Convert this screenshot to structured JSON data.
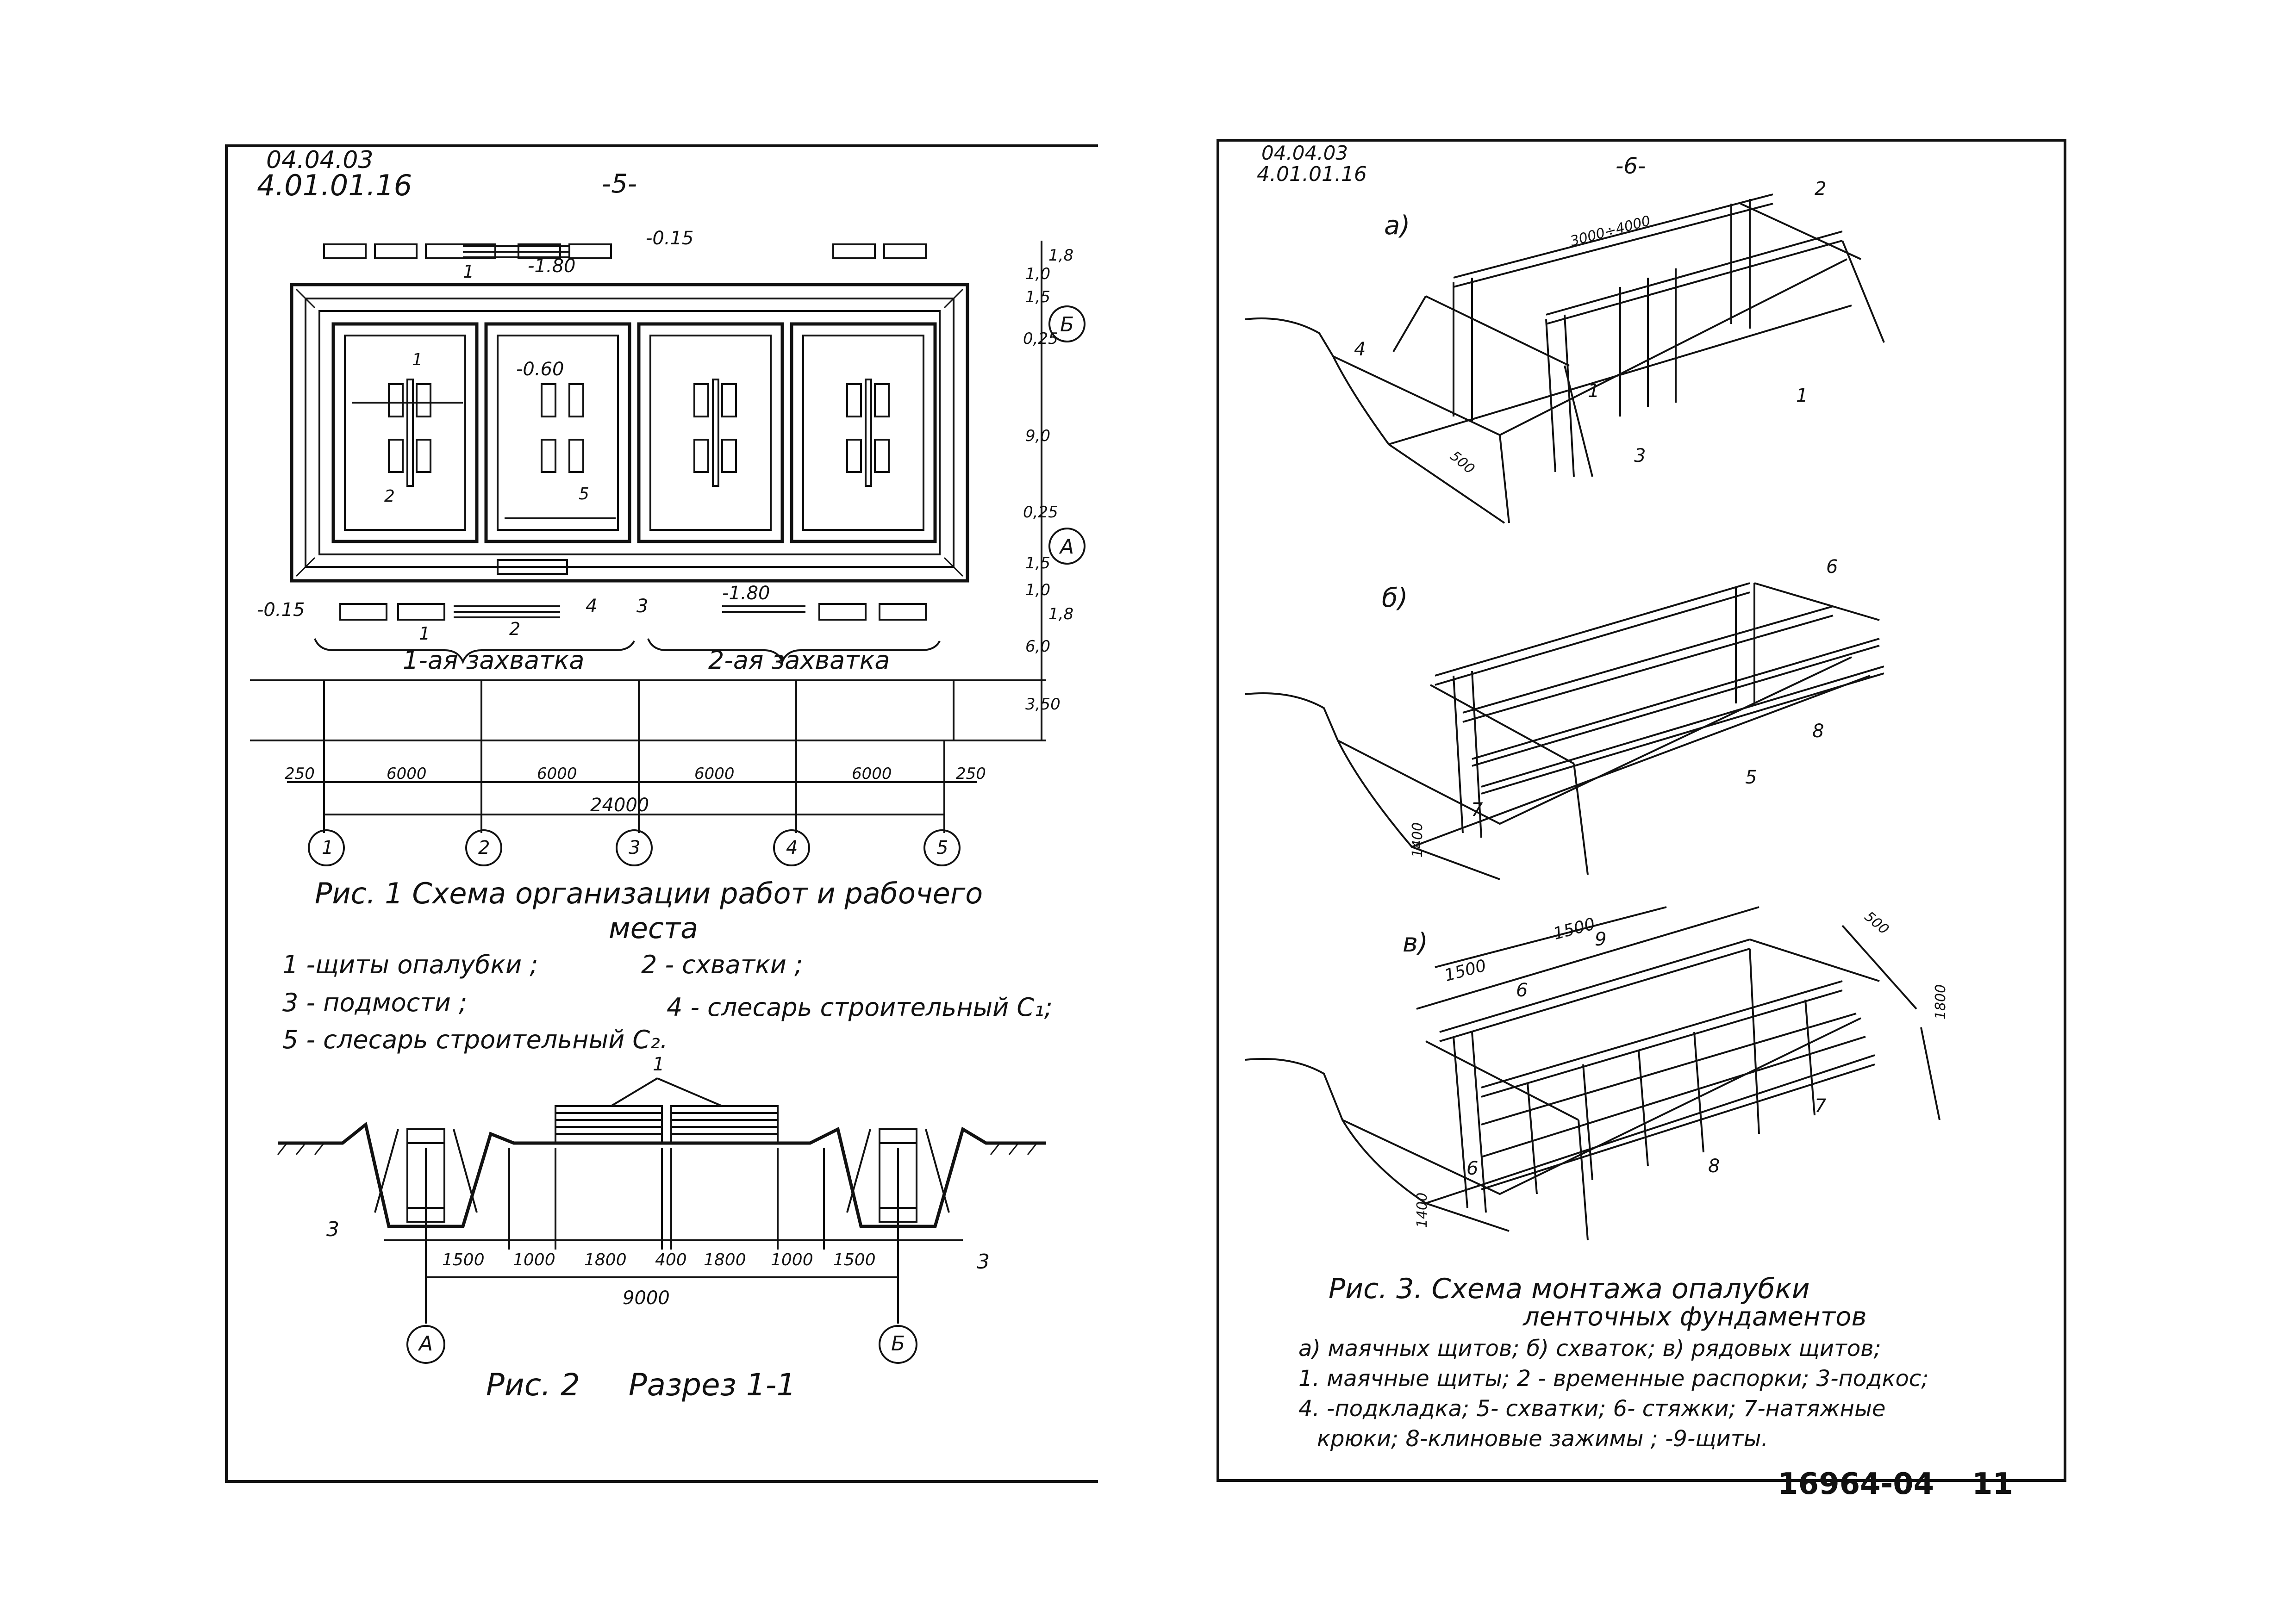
{
  "left_sheet": {
    "code_line1": "04.04.03",
    "code_line2": "4.01.01.16",
    "page_number": "-5-",
    "fig1": {
      "levels": {
        "top_left": "-0.15",
        "top_right": "-0.15",
        "pit_top": "-1.80",
        "pit_bottom": "-1.80",
        "inner": "-0.60"
      },
      "section_mark": "1",
      "axis_right_top": "Б",
      "axis_right_bottom": "А",
      "right_dims": [
        "1,8",
        "1,0",
        "1,5",
        "0,25",
        "9,0",
        "0,25",
        "1,5",
        "1,0",
        "1,8",
        "6,0",
        "3,50"
      ],
      "callouts": [
        "1",
        "2",
        "5",
        "1",
        "2",
        "4",
        "3"
      ],
      "zone1": "1-ая захватка",
      "zone2": "2-ая захватка",
      "bottom_dims": [
        "250",
        "6000",
        "6000",
        "6000",
        "6000",
        "250"
      ],
      "total_dim": "24000",
      "axes": [
        "1",
        "2",
        "3",
        "4",
        "5"
      ],
      "caption_line1": "Рис. 1  Схема организации работ и рабочего",
      "caption_line2": "места",
      "legend": [
        "1 -щиты опалубки ;",
        "2 - схватки ;",
        "3 - подмости ;",
        "4 - слесарь строительный C₁;",
        "5 - слесарь строительный C₂."
      ]
    },
    "fig2": {
      "callout_top": "1",
      "callout_left": "3",
      "callout_right": "3",
      "dims": [
        "1500",
        "1000",
        "1800",
        "400",
        "1800",
        "1000",
        "1500"
      ],
      "total_dim": "9000",
      "axis_left": "А",
      "axis_right": "Б",
      "caption": "Рис. 2     Разрез 1-1"
    }
  },
  "right_sheet": {
    "code_line1": "04.04.03",
    "code_line2": "4.01.01.16",
    "page_number": "-6-",
    "fig3a": {
      "label": "а)",
      "dim_length": "3000÷4000",
      "dim_width": "500",
      "callouts": [
        "2",
        "4",
        "1",
        "1",
        "3"
      ]
    },
    "fig3b": {
      "label": "б)",
      "dim_height": "1400",
      "callouts": [
        "6",
        "7",
        "5",
        "8"
      ]
    },
    "fig3c": {
      "label": "в)",
      "dims": [
        "1500",
        "1500",
        "500",
        "1800",
        "1400"
      ],
      "callouts": [
        "9",
        "6",
        "7",
        "8",
        "6"
      ]
    },
    "caption_line1": "Рис. 3.  Схема монтажа опалубки",
    "caption_line2": "ленточных фундаментов",
    "legend": [
      "а) маячных щитов;  б) схваток; в) рядовых щитов;",
      "1. маячные щиты;  2 - временные распорки; 3-подкос;",
      "4. -подкладка;  5- схватки;  6- стяжки; 7-натяжные",
      "крюки; 8-клиновые зажимы ;  -9-щиты."
    ]
  },
  "footer": {
    "doc_number": "16964-04",
    "sheet_number": "11"
  }
}
